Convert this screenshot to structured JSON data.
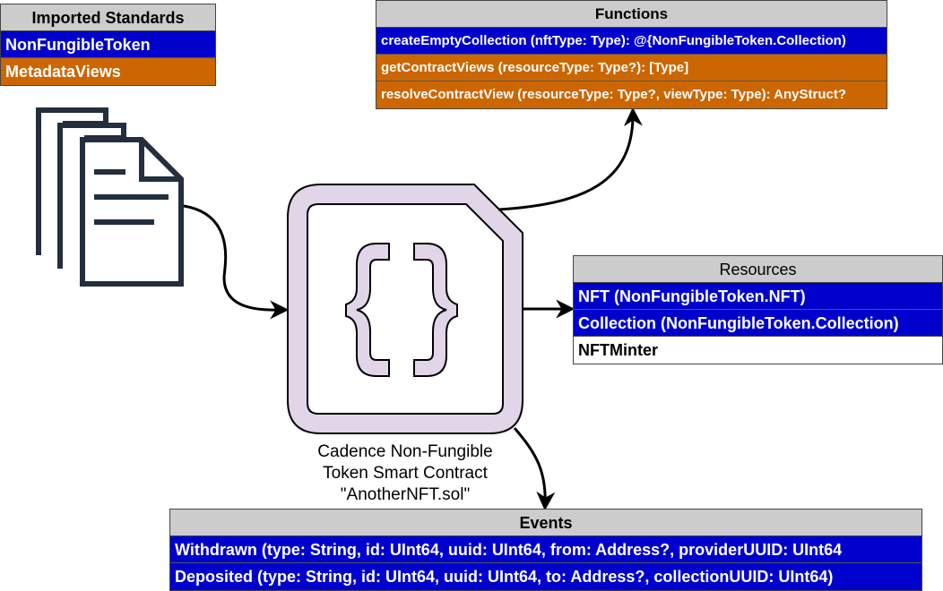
{
  "imported": {
    "title": "Imported Standards",
    "items": [
      {
        "label": "NonFungibleToken",
        "color": "#0000cc"
      },
      {
        "label": "MetadataViews",
        "color": "#cc6600"
      }
    ]
  },
  "functions": {
    "title": "Functions",
    "items": [
      {
        "label": "createEmptyCollection (nftType: Type): @{NonFungibleToken.Collection)",
        "color": "#0000cc"
      },
      {
        "label": "getContractViews (resourceType: Type?): [Type]",
        "color": "#cc6600"
      },
      {
        "label": "resolveContractView (resourceType: Type?, viewType: Type): AnyStruct?",
        "color": "#cc6600"
      }
    ]
  },
  "resources": {
    "title": "Resources",
    "items": [
      {
        "label": "NFT (NonFungibleToken.NFT)",
        "color": "#0000cc"
      },
      {
        "label": "Collection (NonFungibleToken.Collection)",
        "color": "#0000cc"
      },
      {
        "label": "NFTMinter",
        "color": "#ffffff"
      }
    ]
  },
  "events": {
    "title": "Events",
    "items": [
      {
        "label": "Withdrawn (type: String, id: UInt64, uuid: UInt64, from: Address?, providerUUID: UInt64",
        "color": "#0000cc"
      },
      {
        "label": "Deposited (type: String, id: UInt64, uuid: UInt64, to: Address?, collectionUUID: UInt64)",
        "color": "#0000cc"
      }
    ]
  },
  "contract": {
    "caption": [
      "Cadence Non-Fungible",
      "Token Smart Contract",
      "\"AnotherNFT.sol\""
    ],
    "icon": "curly-braces-file-icon",
    "fill_color": "#e1d5e7"
  },
  "documents_icon": "document-stack-icon"
}
